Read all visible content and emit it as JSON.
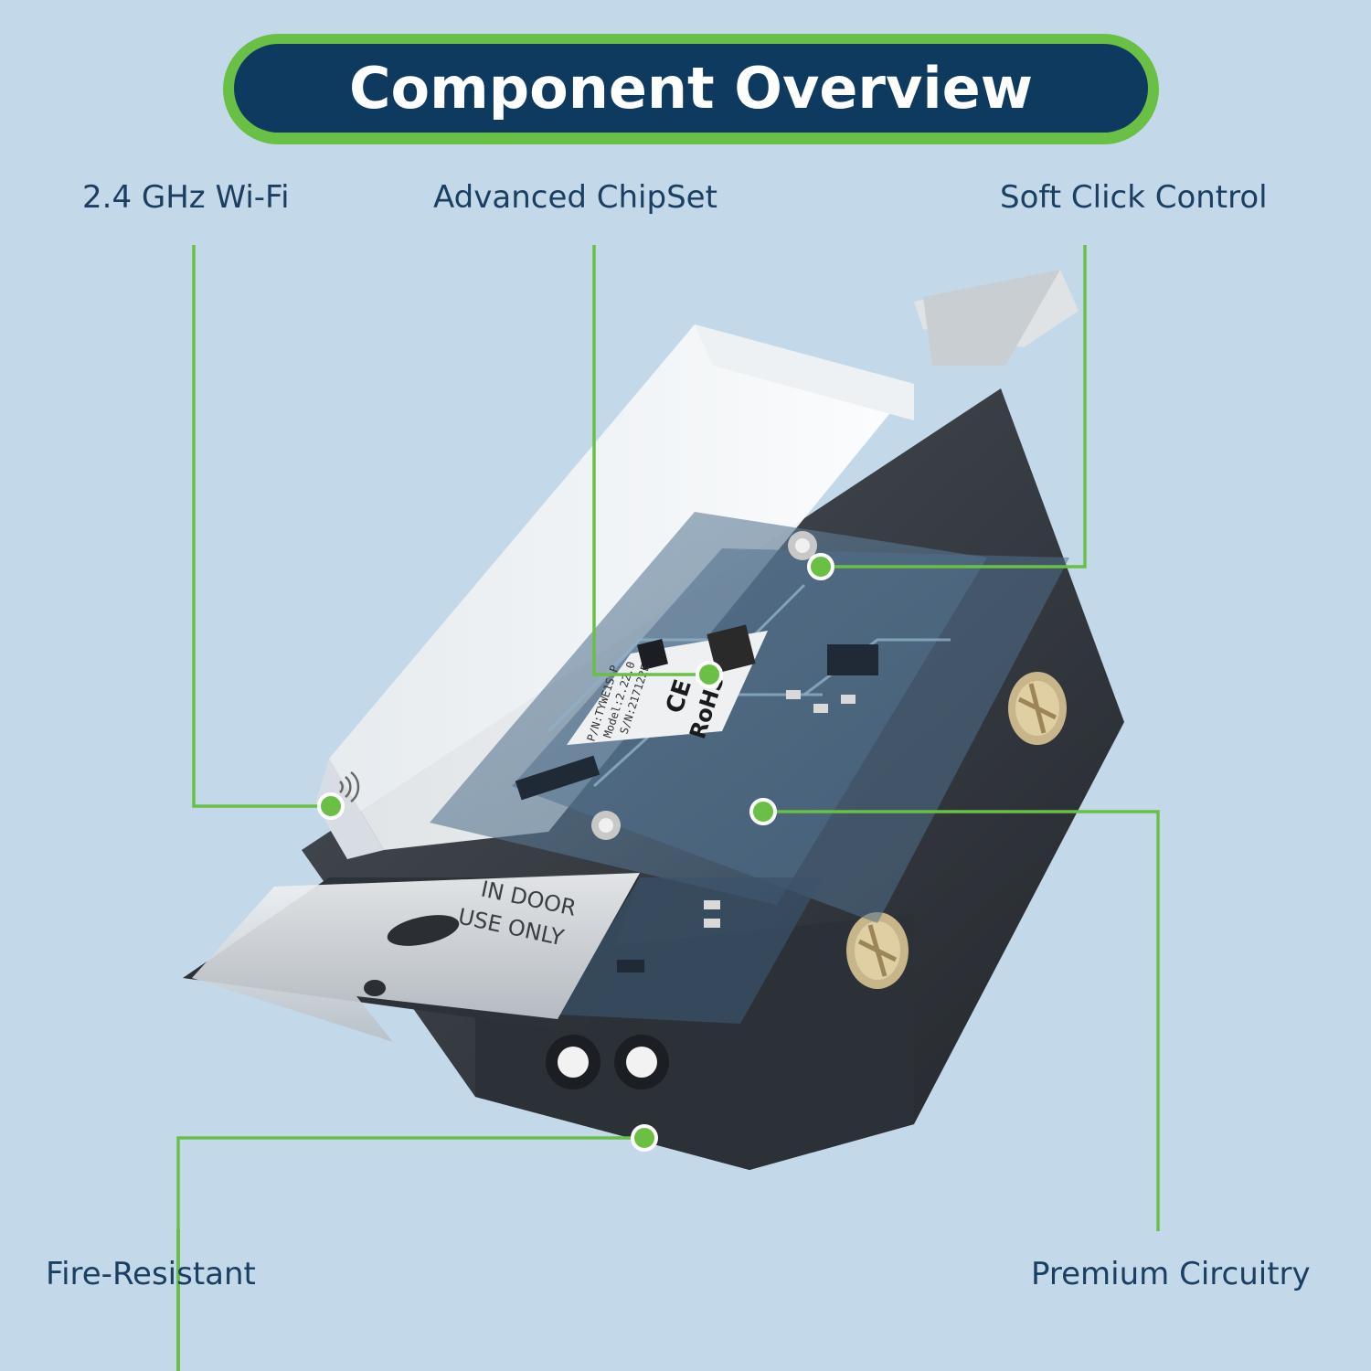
{
  "title": "Component Overview",
  "colors": {
    "background": "#c3d9e9",
    "title_fill": "#0f3a60",
    "title_border": "#6abf45",
    "callout_line": "#6abf45",
    "label_text": "#1b3f62"
  },
  "callouts": {
    "wifi": "2.4 GHz Wi-Fi",
    "chipset": "Advanced ChipSet",
    "soft_click": "Soft Click Control",
    "fire_resistant": "Fire-Resistant",
    "circuitry": "Premium Circuitry"
  },
  "device": {
    "module_label_1": "P/N:TYWE1S-P",
    "module_label_2": "Model:2.22.0",
    "module_label_3": "S/N:217122E",
    "ce_mark": "CE",
    "rohs_mark": "RoHS",
    "plate_text_1": "IN DOOR",
    "plate_text_2": "USE ONLY"
  }
}
